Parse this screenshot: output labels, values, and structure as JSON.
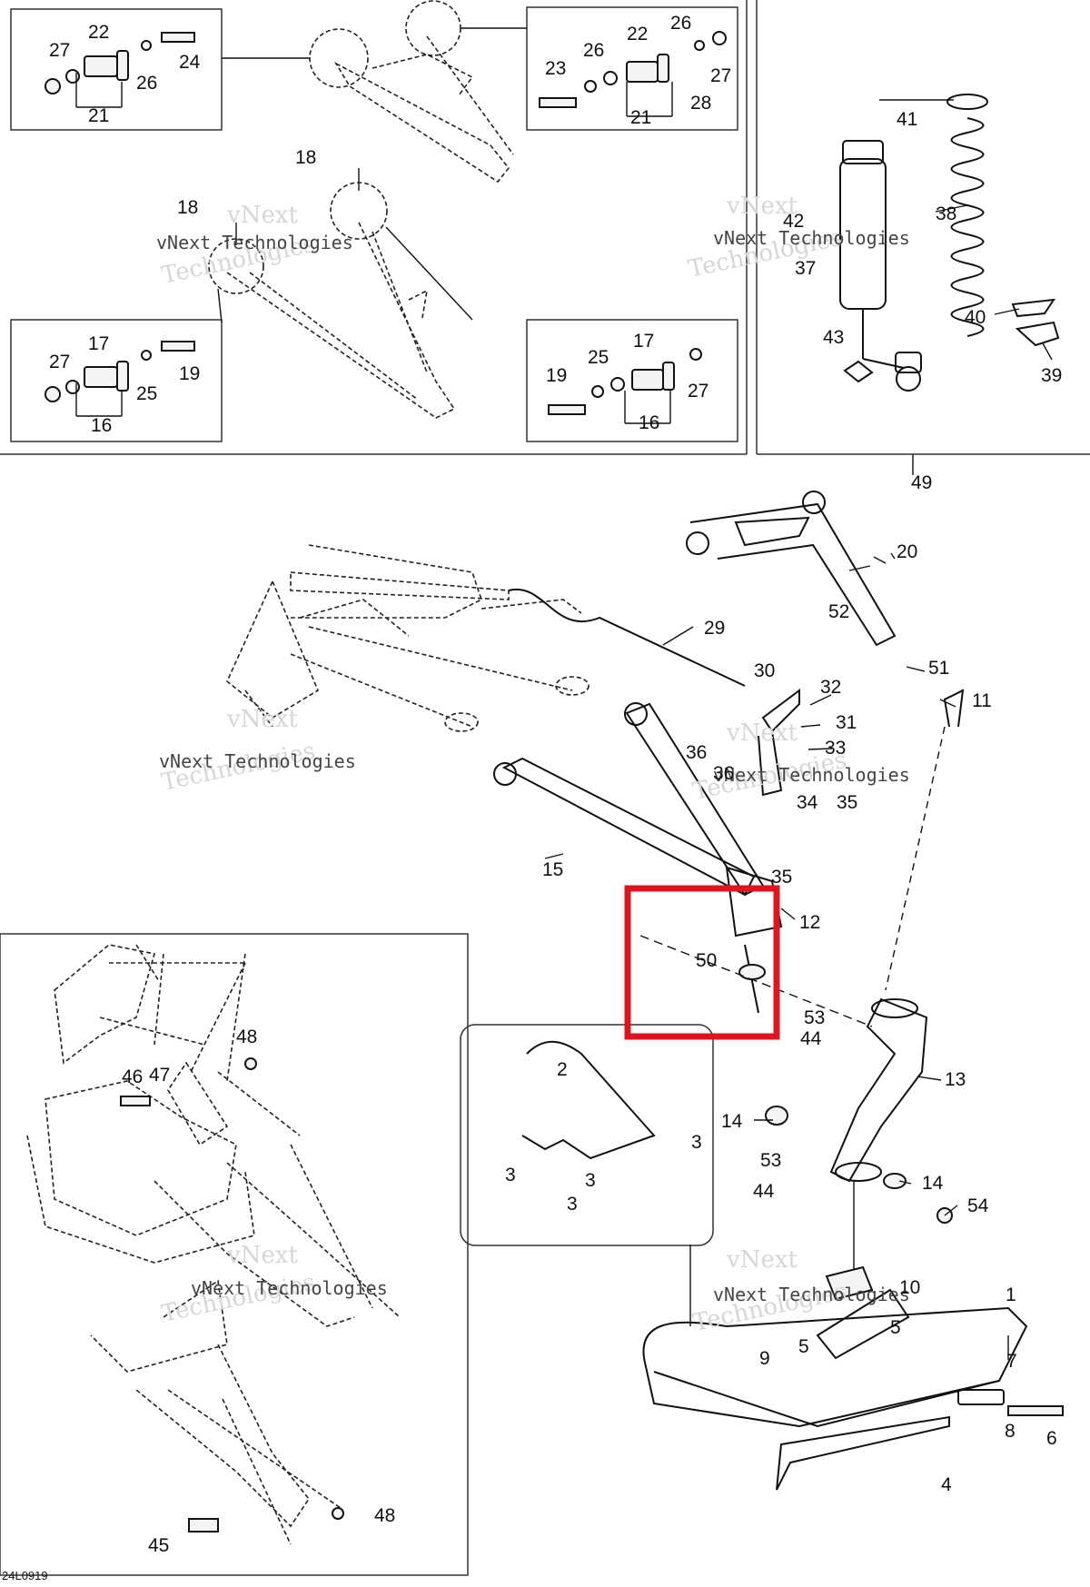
{
  "diagram": {
    "drawing_code": "24L0919",
    "watermark_text": "vNext Technologies",
    "watermark_line1": "vNext",
    "watermark_line2": "Technologies",
    "highlight_color": "#e0141e",
    "highlighted_part": "50",
    "labels": {
      "p1": "1",
      "p2": "2",
      "p3": "3",
      "p4": "4",
      "p5": "5",
      "p6": "6",
      "p7": "7",
      "p8": "8",
      "p9": "9",
      "p10": "10",
      "p11": "11",
      "p12": "12",
      "p13": "13",
      "p14": "14",
      "p15": "15",
      "p16": "16",
      "p17": "17",
      "p18": "18",
      "p19": "19",
      "p20": "20",
      "p21": "21",
      "p22": "22",
      "p23": "23",
      "p24": "24",
      "p25": "25",
      "p26": "26",
      "p27": "27",
      "p28": "28",
      "p29": "29",
      "p30": "30",
      "p31": "31",
      "p32": "32",
      "p33": "33",
      "p34": "34",
      "p35": "35",
      "p36": "36",
      "p37": "37",
      "p38": "38",
      "p39": "39",
      "p40": "40",
      "p41": "41",
      "p42": "42",
      "p43": "43",
      "p44": "44",
      "p45": "45",
      "p46": "46",
      "p47": "47",
      "p48": "48",
      "p49": "49",
      "p50": "50",
      "p51": "51",
      "p52": "52",
      "p53": "53",
      "p54": "54"
    }
  }
}
